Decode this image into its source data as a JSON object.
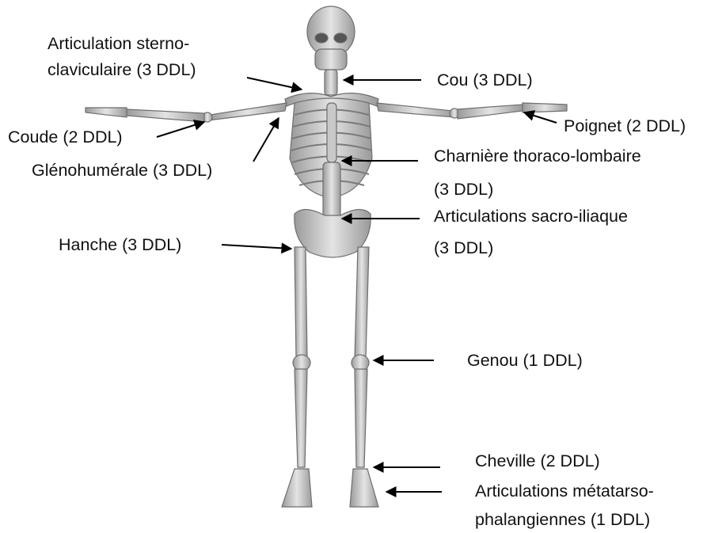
{
  "labels": {
    "sterno_l1": "Articulation sterno-",
    "sterno_l2": "claviculaire (3 DDL)",
    "cou": "Cou  (3 DDL)",
    "coude": "Coude (2 DDL)",
    "poignet": "Poignet (2 DDL)",
    "gleno": "Glénohumérale (3 DDL)",
    "charniere_l1": "Charnière thoraco-lombaire",
    "charniere_l2": "(3 DDL)",
    "sacro_l1": "Articulations sacro-iliaque",
    "sacro_l2": "(3 DDL)",
    "hanche": "Hanche (3 DDL)",
    "genou": "Genou (1 DDL)",
    "cheville": "Cheville (2 DDL)",
    "meta_l1": "Articulations métatarso-",
    "meta_l2": "phalangiennes (1 DDL)"
  },
  "colors": {
    "bone": "#d6d6d6",
    "bone_dark": "#8a8a8a",
    "text": "#111111",
    "arrow": "#000000"
  }
}
